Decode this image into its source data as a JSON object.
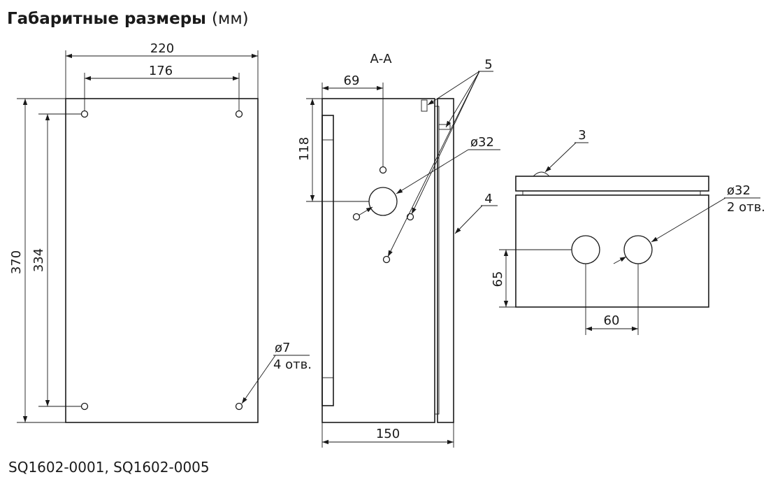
{
  "title": {
    "main": "Габаритные размеры",
    "unit": "(мм)"
  },
  "models": "SQ1602-0001, SQ1602-0005",
  "front_view": {
    "width": "220",
    "hole_spacing_x": "176",
    "height": "370",
    "hole_spacing_y": "334",
    "hole_diameter": "ø7",
    "hole_count": "4 отв."
  },
  "section_view": {
    "label": "А-А",
    "depth": "150",
    "gland_offset_x": "69",
    "gland_offset_y": "118",
    "gland_diameter": "ø32",
    "callout_5": "5",
    "callout_4": "4"
  },
  "bottom_view": {
    "callout_3": "3",
    "gland_diameter": "ø32",
    "gland_count": "2 отв.",
    "gland_height": "65",
    "gland_spacing": "60"
  }
}
